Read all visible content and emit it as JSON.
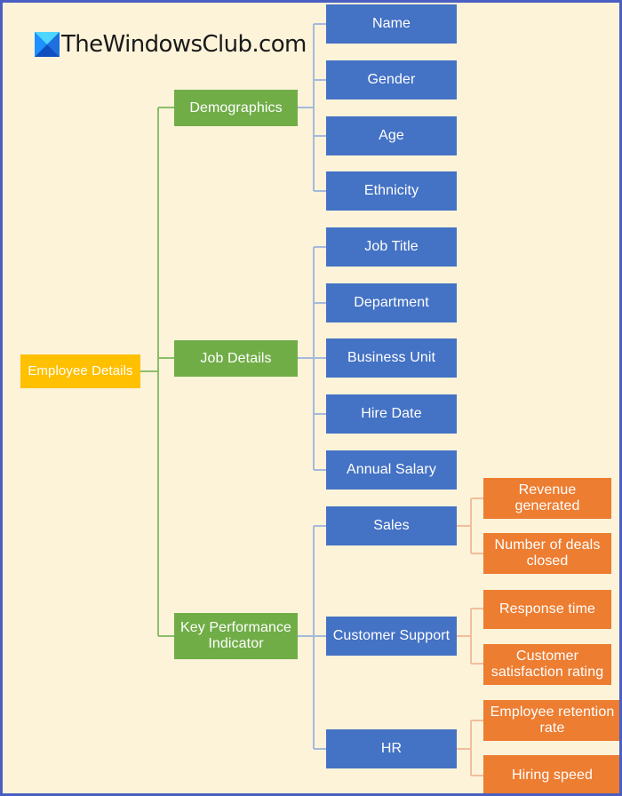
{
  "page": {
    "title": "Employee Details mind map",
    "background_color": "#FCF3D9",
    "border_color": "#4A5FC1"
  },
  "watermark": {
    "text": "TheWindowsClub.com",
    "icon": "windowsclub-logo-icon",
    "colors": {
      "light": "#29C5F6",
      "mid": "#1E90FF",
      "dark": "#0E4FBF"
    }
  },
  "colors": {
    "root": "#FFC000",
    "branch": "#70AD47",
    "sub": "#4472C4",
    "leaf": "#ED7D31",
    "connector_green": "#8CBE6A",
    "connector_blue": "#A6B9DC",
    "connector_orange": "#F2BE9B"
  },
  "chart_data": {
    "type": "tree",
    "title": "Employee Details",
    "root": {
      "label": "Employee Details",
      "level": "root",
      "color": "#FFC000",
      "children": [
        {
          "label": "Demographics",
          "level": "branch",
          "color": "#70AD47",
          "children": [
            {
              "label": "Name",
              "level": "sub",
              "color": "#4472C4"
            },
            {
              "label": "Gender",
              "level": "sub",
              "color": "#4472C4"
            },
            {
              "label": "Age",
              "level": "sub",
              "color": "#4472C4"
            },
            {
              "label": "Ethnicity",
              "level": "sub",
              "color": "#4472C4"
            }
          ]
        },
        {
          "label": "Job Details",
          "level": "branch",
          "color": "#70AD47",
          "children": [
            {
              "label": "Job Title",
              "level": "sub",
              "color": "#4472C4"
            },
            {
              "label": "Department",
              "level": "sub",
              "color": "#4472C4"
            },
            {
              "label": "Business Unit",
              "level": "sub",
              "color": "#4472C4"
            },
            {
              "label": "Hire Date",
              "level": "sub",
              "color": "#4472C4"
            },
            {
              "label": "Annual Salary",
              "level": "sub",
              "color": "#4472C4"
            }
          ]
        },
        {
          "label": "Key Performance Indicator",
          "level": "branch",
          "color": "#70AD47",
          "children": [
            {
              "label": "Sales",
              "level": "sub",
              "color": "#4472C4",
              "children": [
                {
                  "label": "Revenue generated",
                  "level": "leaf",
                  "color": "#ED7D31"
                },
                {
                  "label": "Number of deals closed",
                  "level": "leaf",
                  "color": "#ED7D31"
                }
              ]
            },
            {
              "label": "Customer Support",
              "level": "sub",
              "color": "#4472C4",
              "children": [
                {
                  "label": "Response time",
                  "level": "leaf",
                  "color": "#ED7D31"
                },
                {
                  "label": "Customer satisfaction rating",
                  "level": "leaf",
                  "color": "#ED7D31"
                }
              ]
            },
            {
              "label": "HR",
              "level": "sub",
              "color": "#4472C4",
              "children": [
                {
                  "label": "Employee retention rate",
                  "level": "leaf",
                  "color": "#ED7D31"
                },
                {
                  "label": "Hiring speed",
                  "level": "leaf",
                  "color": "#ED7D31"
                }
              ]
            }
          ]
        }
      ]
    }
  },
  "nodes": {
    "root": "Employee Details",
    "demographics": "Demographics",
    "job_details": "Job Details",
    "kpi": "Key Performance Indicator",
    "name": "Name",
    "gender": "Gender",
    "age": "Age",
    "ethnicity": "Ethnicity",
    "job_title": "Job Title",
    "department": "Department",
    "business_unit": "Business Unit",
    "hire_date": "Hire Date",
    "annual_salary": "Annual Salary",
    "sales": "Sales",
    "customer_support": "Customer Support",
    "hr": "HR",
    "revenue_generated": "Revenue generated",
    "deals_closed": "Number of deals closed",
    "response_time": "Response time",
    "csat": "Customer satisfaction rating",
    "retention_rate": "Employee retention rate",
    "hiring_speed": "Hiring speed"
  }
}
